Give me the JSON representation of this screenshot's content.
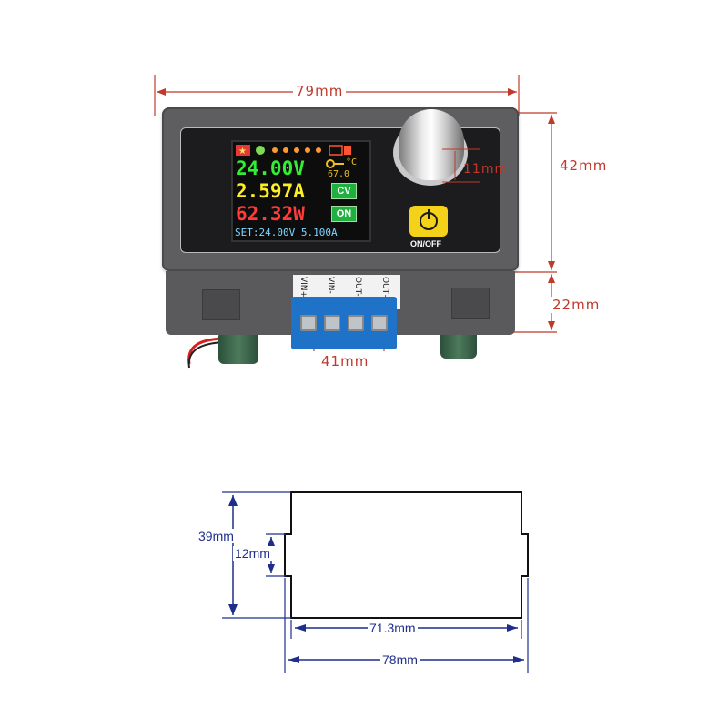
{
  "dimensions": {
    "width_top": "79mm",
    "height_right": "42mm",
    "depth_right": "22mm",
    "knob_diameter": "11mm",
    "terminal_width": "41mm",
    "cutout_height": "39mm",
    "cutout_notch": "12mm",
    "cutout_inner_width": "71.3mm",
    "cutout_outer_width": "78mm"
  },
  "display": {
    "voltage": "24.00V",
    "current": "2.597A",
    "power": "62.32W",
    "temp": "67.0",
    "temp_unit": "°C",
    "mode": "CV",
    "state": "ON",
    "set_line": "SET:24.00V 5.100A"
  },
  "device": {
    "power_label": "ON/OFF",
    "pins": [
      "VIN+",
      "VIN-",
      "OUT-",
      "OUT+"
    ]
  },
  "colors": {
    "dimension_red": "#c0392b",
    "dimension_blue": "#1f2d8c",
    "lcd_voltage": "#33ee33",
    "lcd_current": "#ffee22",
    "lcd_power": "#ff3b3b",
    "lcd_set": "#7fd4ff"
  }
}
